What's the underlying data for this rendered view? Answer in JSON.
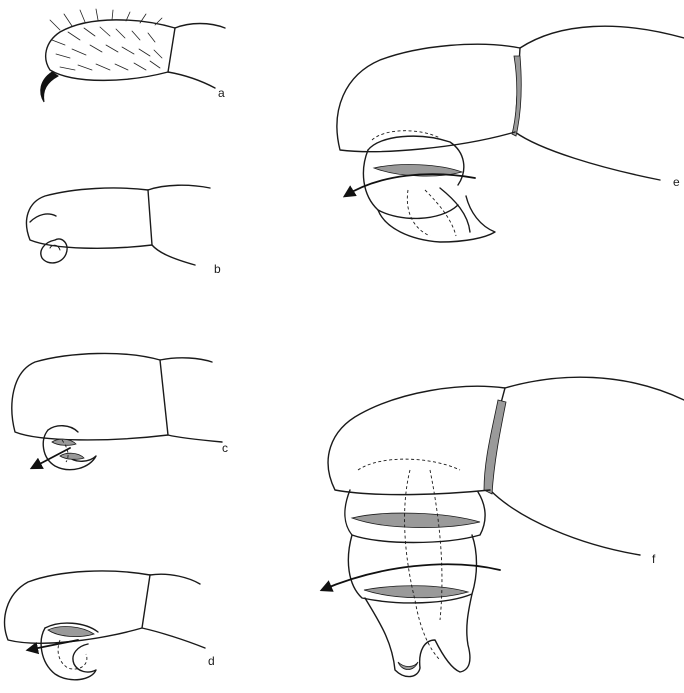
{
  "panels": {
    "a": {
      "label": "a"
    },
    "b": {
      "label": "b"
    },
    "c": {
      "label": "c"
    },
    "d": {
      "label": "d"
    },
    "e": {
      "label": "e"
    },
    "f": {
      "label": "f"
    }
  }
}
